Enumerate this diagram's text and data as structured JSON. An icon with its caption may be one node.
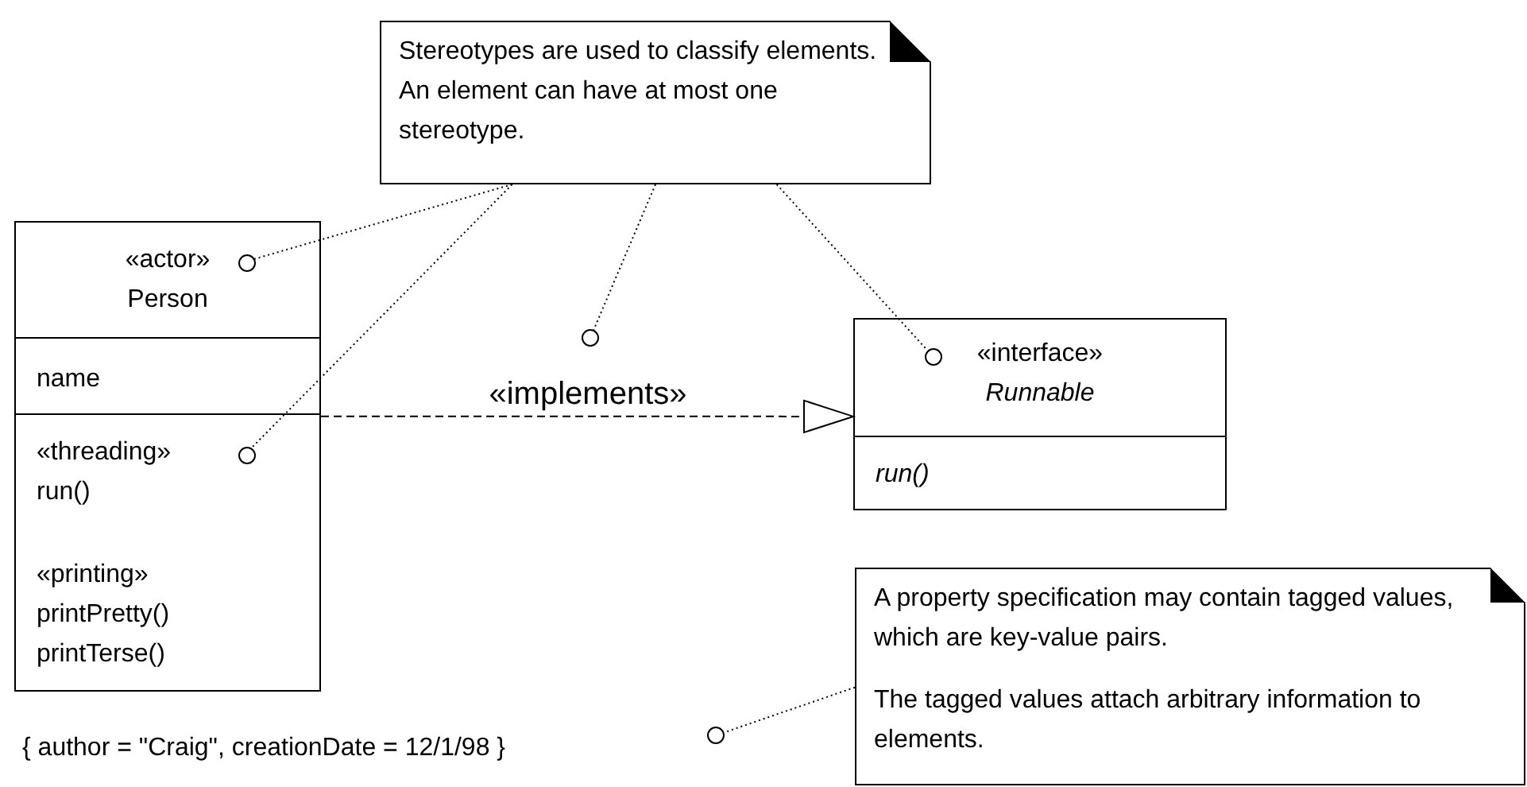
{
  "diagram": {
    "nodes": [
      {
        "text": [
          "Stereotypes are used to classify elements. An element can have at most one stereotype."
        ]
      },
      {
        "text": [
          "«actor»",
          "Person",
          "name",
          "«threading»",
          "run()",
          "«printing»",
          "printPretty()",
          "printTerse()"
        ]
      },
      {
        "text": [],
        "shape": "circle",
        "in": 1
      },
      {
        "text": [],
        "shape": "circle",
        "in": 1
      },
      {
        "text": [],
        "shape": "circle"
      },
      {
        "text": [
          "«interface»",
          "Runnable",
          "run()"
        ]
      },
      {
        "text": [],
        "shape": "circle",
        "in": 5
      },
      {
        "text": [
          "A property specification may contain tagged values, which are key-value pairs.",
          "The tagged values attach arbitrary information to elements."
        ]
      },
      {
        "text": [
          "{ author = \"Craig\", creationDate = 12/1/98 }"
        ]
      },
      {
        "text": [],
        "shape": "circle"
      }
    ],
    "edges": [
      {
        "from": 0,
        "to": 2,
        "arrow": "none",
        "style": "dashed"
      },
      {
        "from": 0,
        "to": 3,
        "arrow": "none",
        "style": "dashed"
      },
      {
        "from": 0,
        "to": 4,
        "arrow": "none",
        "style": "dashed"
      },
      {
        "from": 0,
        "to": 6,
        "arrow": "none",
        "style": "dashed"
      },
      {
        "from": 1,
        "to": 5,
        "arrow": "to",
        "style": "dashed",
        "label": "«implements»"
      },
      {
        "from": 7,
        "to": 9,
        "arrow": "none",
        "style": "dashed"
      }
    ]
  }
}
